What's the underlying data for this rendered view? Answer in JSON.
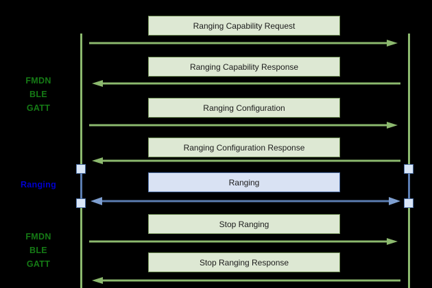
{
  "diagram": {
    "type": "sequence-diagram",
    "background_color": "#000000",
    "colors": {
      "green_line": "#8cb96e",
      "green_box_fill": "#dde8d3",
      "green_box_border": "#6f8f55",
      "blue_box_fill": "#d9e2f3",
      "blue_box_border": "#4f72a8",
      "green_label_text": "#157a15",
      "blue_label_text": "#0000cd",
      "activation_fill": "#d9e6f7",
      "activation_border": "#4f72a8",
      "activation_bar": "#5b7db1",
      "message_text": "#1a1a1a"
    }
  },
  "phase_labels": [
    {
      "text": "FMDN\nBLE\nGATT",
      "color_key": "green"
    },
    {
      "text": "Ranging",
      "color_key": "blue"
    },
    {
      "text": "FMDN\nBLE\nGATT",
      "color_key": "green"
    }
  ],
  "messages": [
    {
      "label": "Ranging Capability Request",
      "direction": "right",
      "style": "green"
    },
    {
      "label": "Ranging Capability Response",
      "direction": "left",
      "style": "green"
    },
    {
      "label": "Ranging Configuration",
      "direction": "right",
      "style": "green"
    },
    {
      "label": "Ranging Configuration Response",
      "direction": "left",
      "style": "green"
    },
    {
      "label": "Ranging",
      "direction": "both",
      "style": "blue"
    },
    {
      "label": "Stop Ranging",
      "direction": "right",
      "style": "green"
    },
    {
      "label": "Stop Ranging Response",
      "direction": "left",
      "style": "green"
    }
  ],
  "lifelines": [
    {
      "name": "left-lifeline"
    },
    {
      "name": "right-lifeline"
    }
  ]
}
